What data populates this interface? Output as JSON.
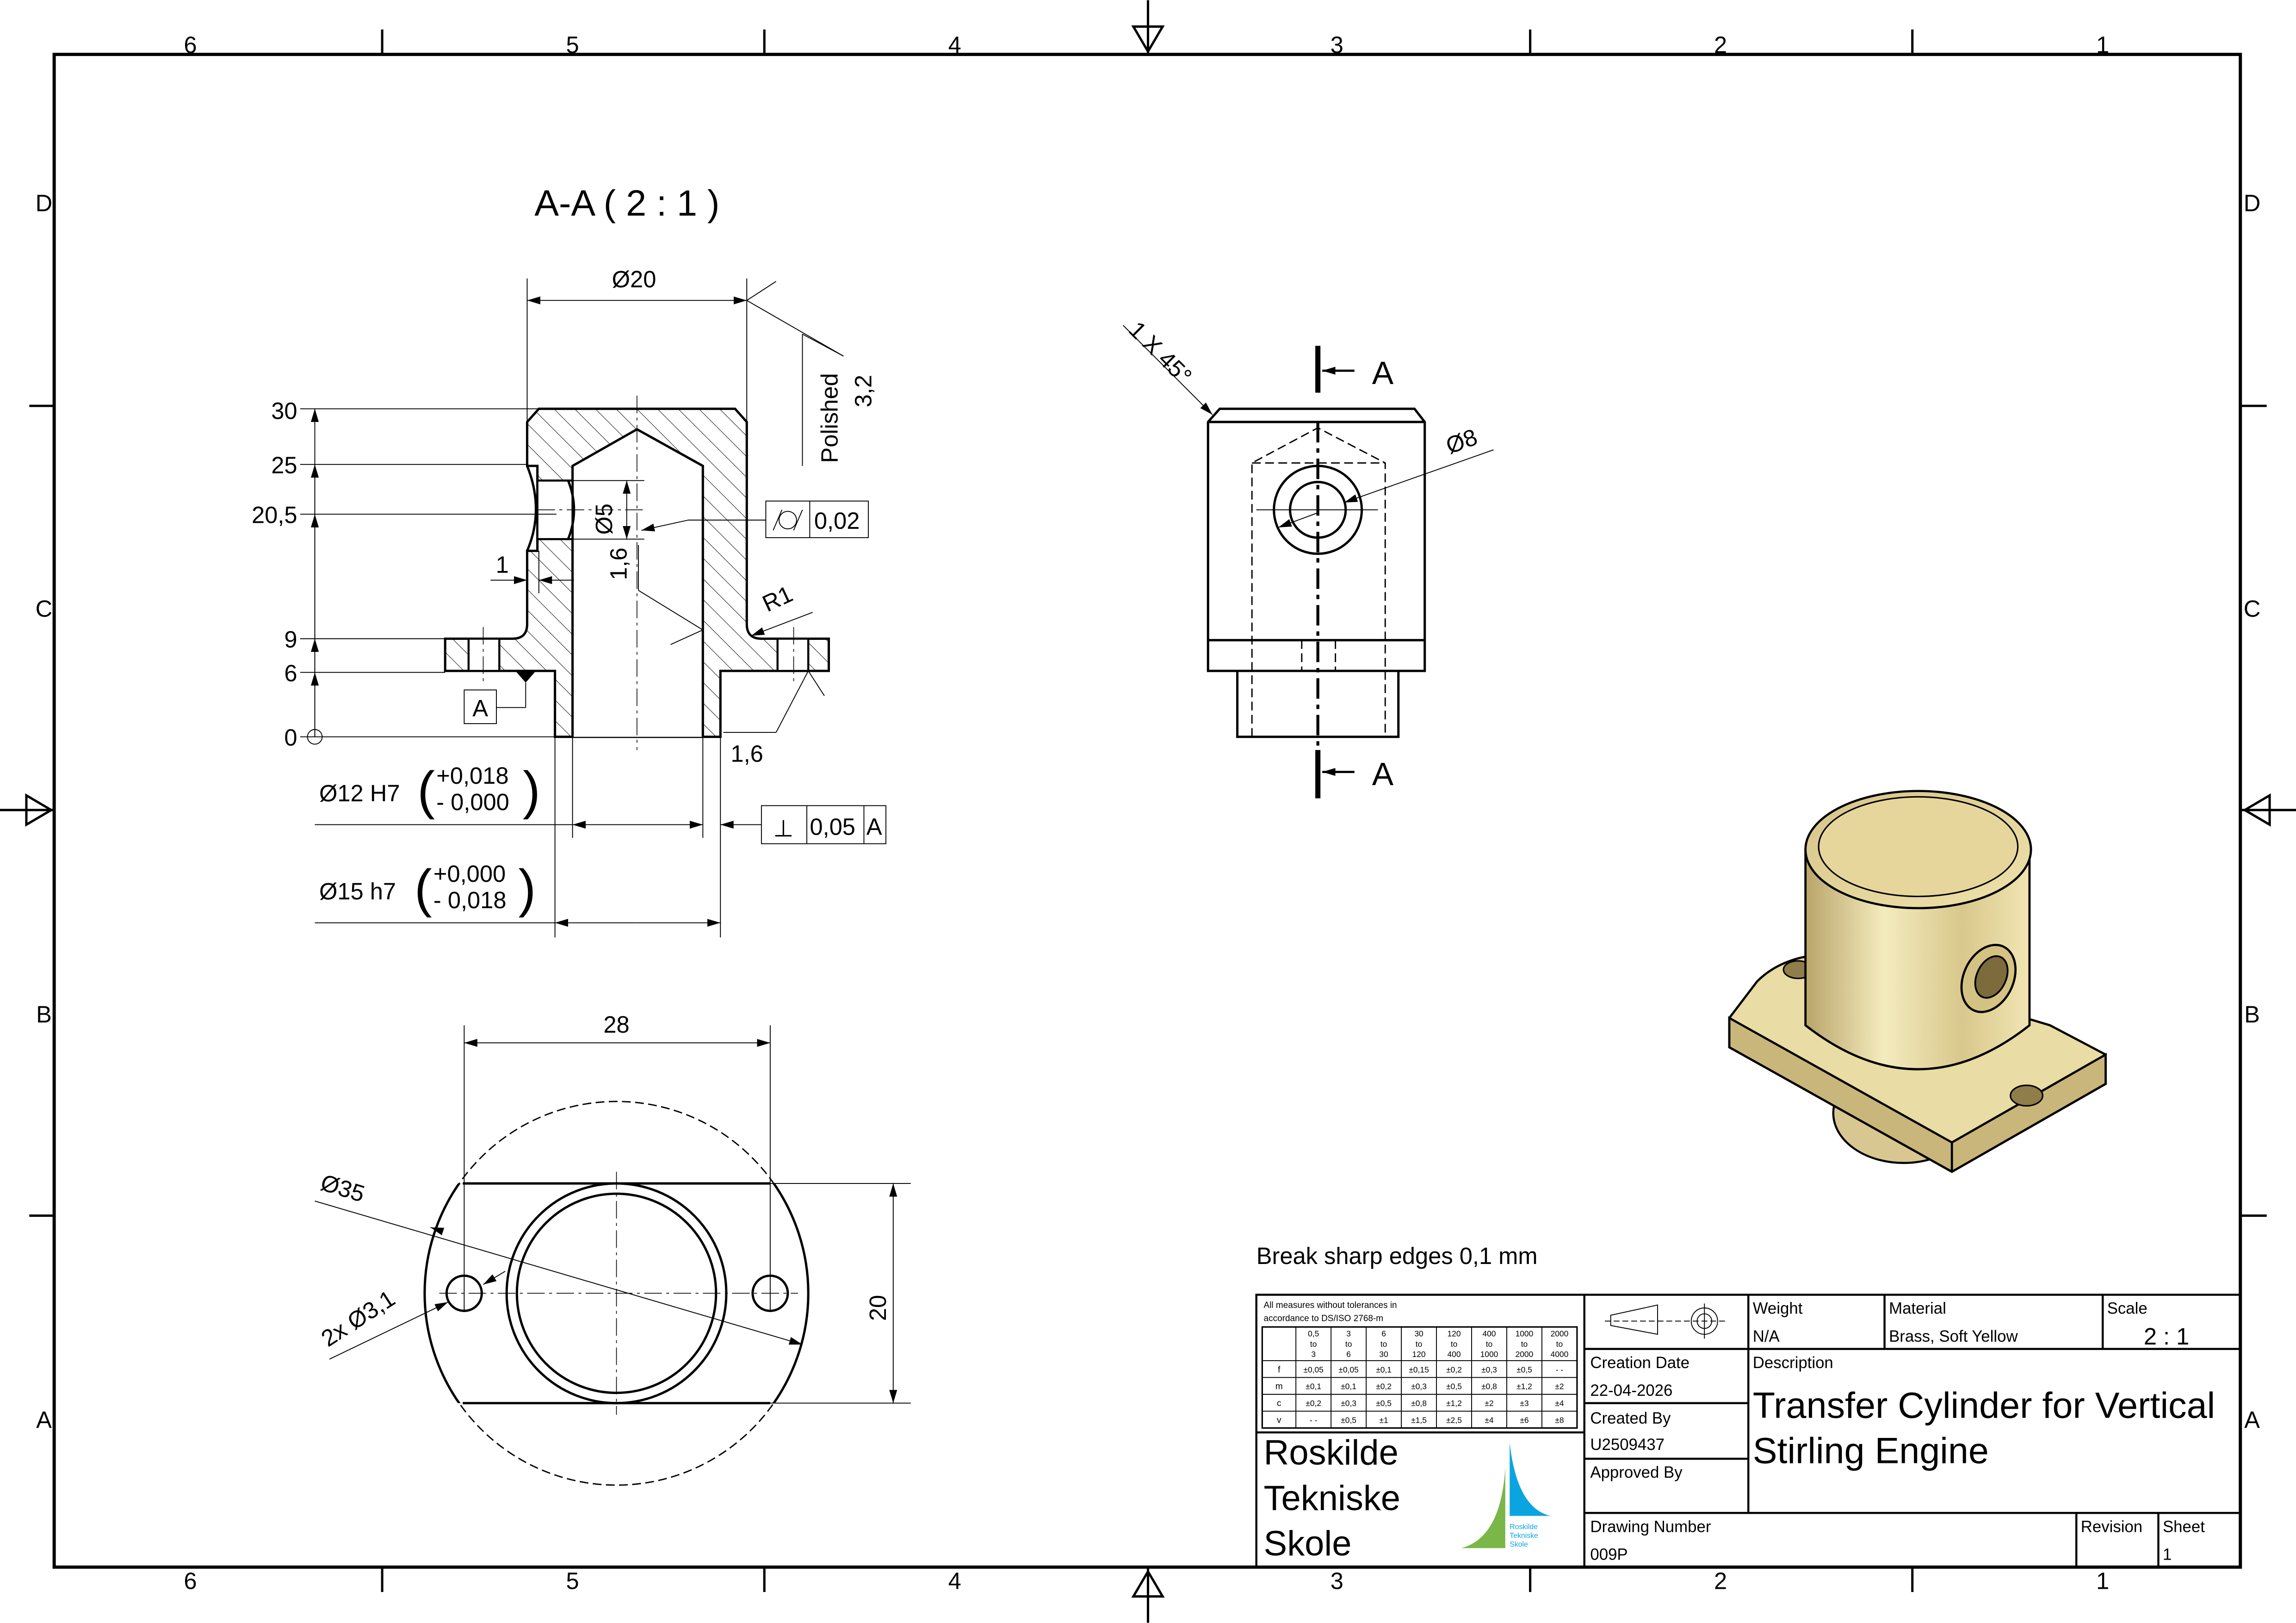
{
  "sheet": {
    "zone_numbers": [
      "6",
      "5",
      "4",
      "3",
      "2",
      "1"
    ],
    "zone_letters": [
      "D",
      "C",
      "B",
      "A"
    ]
  },
  "section_view": {
    "title": "A-A ( 2 : 1 )",
    "height_labels": [
      "30",
      "25",
      "20,5",
      "9",
      "6",
      "0"
    ],
    "dia_top": "Ø20",
    "surface_finish_note": "Polished",
    "surface_finish_value": "3,2",
    "cross_hole_dia": "Ø5",
    "roughness_inner": "1,6",
    "roughness_flange": "1,6",
    "groove_width": "1",
    "fillet_radius": "R1",
    "cylindricity_value": "0,02",
    "datum_label": "A",
    "bore_fit": "Ø12 H7",
    "bore_tol_upper": "+0,018",
    "bore_tol_lower": "- 0,000",
    "shaft_fit": "Ø15 h7",
    "shaft_tol_upper": "+0,000",
    "shaft_tol_lower": "- 0,018",
    "perp_symbol": "⊥",
    "perp_value": "0,05",
    "perp_datum": "A"
  },
  "side_view": {
    "section_marker": "A",
    "chamfer_note": "1 X 45°",
    "hole_dia": "Ø8"
  },
  "bottom_view": {
    "hole_spacing": "28",
    "outer_dia": "Ø35",
    "flange_width": "20",
    "holes_note": "2x Ø3,1"
  },
  "notes": {
    "break_edges": "Break sharp edges 0,1 mm"
  },
  "tolerance_table": {
    "caption_line1": "All measures without tolerances in",
    "caption_line2": "accordance to DS/ISO 2768-m",
    "ranges": [
      [
        "0,5",
        "to",
        "3"
      ],
      [
        "3",
        "to",
        "6"
      ],
      [
        "6",
        "to",
        "30"
      ],
      [
        "30",
        "to",
        "120"
      ],
      [
        "120",
        "to",
        "400"
      ],
      [
        "400",
        "to",
        "1000"
      ],
      [
        "1000",
        "to",
        "2000"
      ],
      [
        "2000",
        "to",
        "4000"
      ]
    ],
    "rows": [
      {
        "class": "f",
        "values": [
          "±0,05",
          "±0,05",
          "±0,1",
          "±0,15",
          "±0,2",
          "±0,3",
          "±0,5",
          "- -"
        ]
      },
      {
        "class": "m",
        "values": [
          "±0,1",
          "±0,1",
          "±0,2",
          "±0,3",
          "±0,5",
          "±0,8",
          "±1,2",
          "±2"
        ]
      },
      {
        "class": "c",
        "values": [
          "±0,2",
          "±0,3",
          "±0,5",
          "±0,8",
          "±1,2",
          "±2",
          "±3",
          "±4"
        ]
      },
      {
        "class": "v",
        "values": [
          "- -",
          "±0,5",
          "±1",
          "±1,5",
          "±2,5",
          "±4",
          "±6",
          "±8"
        ]
      }
    ]
  },
  "title_block": {
    "school_line1": "Roskilde",
    "school_line2": "Tekniske",
    "school_line3": "Skole",
    "logo_text": [
      "Roskilde",
      "Tekniske",
      "Skole"
    ],
    "weight_label": "Weight",
    "weight_value": "N/A",
    "material_label": "Material",
    "material_value": "Brass, Soft Yellow",
    "scale_label": "Scale",
    "scale_value": "2 : 1",
    "creation_date_label": "Creation Date",
    "creation_date_value": "22-04-2026",
    "created_by_label": "Created By",
    "created_by_value": "U2509437",
    "approved_by_label": "Approved By",
    "description_label": "Description",
    "description_line1": "Transfer Cylinder for Vertical",
    "description_line2": "Stirling Engine",
    "drawing_number_label": "Drawing Number",
    "drawing_number_value": "009P",
    "revision_label": "Revision",
    "sheet_label": "Sheet",
    "sheet_value": "1"
  },
  "colors": {
    "logo_green": "#7ab648",
    "logo_blue": "#0aa5e0",
    "brass_light": "#f2e6b0",
    "brass_dark": "#a8935a"
  }
}
